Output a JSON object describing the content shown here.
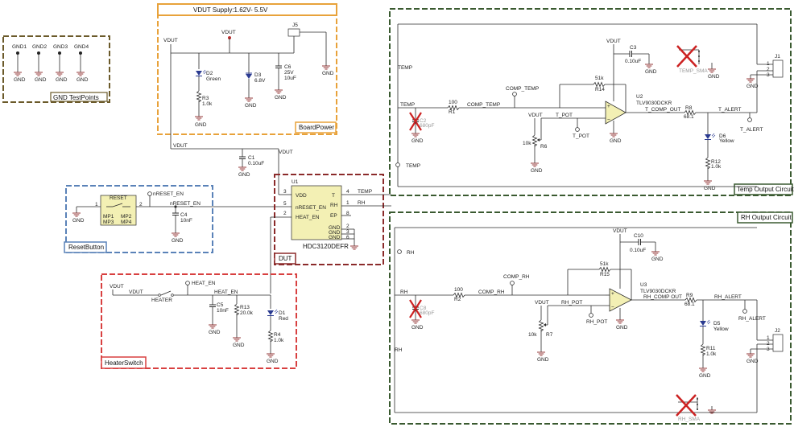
{
  "gnd_testpoints": {
    "title": "GND TestPoints",
    "points": [
      "GND1",
      "GND2",
      "GND3",
      "GND4"
    ],
    "gnd_label": "GND"
  },
  "board_power": {
    "header": "VDUT Supply:1.62V- 5.5V",
    "title": "BoardPower",
    "vdut": "VDUT",
    "jumper": "J5",
    "d2_ref": "D2",
    "d2_val": "Green",
    "d3_ref": "D3",
    "d3_val": "6.8V",
    "r3_ref": "R3",
    "r3_val": "1.0k",
    "c6_ref": "C6",
    "c6_v": "25V",
    "c6_val": "10uF"
  },
  "bypass": {
    "c1_ref": "C1",
    "c1_val": "0.10uF",
    "vdut": "VDUT"
  },
  "reset": {
    "title": "ResetButton",
    "switch": "RESET",
    "pins": [
      "MP1",
      "MP2",
      "MP3",
      "MP4"
    ],
    "net": "nRESET_EN",
    "c4_ref": "C4",
    "c4_val": "10nF"
  },
  "dut": {
    "title": "DUT",
    "ref": "U1",
    "part": "HDC3120DEFR",
    "pins_left": [
      "VDD",
      "nRESET_EN",
      "HEAT_EN"
    ],
    "pins_right": [
      "T",
      "RH",
      "EP",
      "GND",
      "GND",
      "GND"
    ],
    "pin_nums_left": [
      "3",
      "5",
      "2"
    ],
    "pin_nums_right": [
      "4",
      "1",
      "8",
      "2",
      "3",
      "6"
    ],
    "net_temp": "TEMP",
    "net_rh": "RH"
  },
  "heater": {
    "title": "HeaterSwitch",
    "vdut": "VDUT",
    "switch": "HEATER",
    "net": "HEAT_EN",
    "c5_ref": "C5",
    "c5_val": "10nF",
    "r13_ref": "R13",
    "r13_val": "20.0k",
    "d1_ref": "D1",
    "d1_val": "Red",
    "r4_ref": "R4",
    "r4_val": "1.0k"
  },
  "temp_circuit": {
    "title": "Temp Output Circuit",
    "net_in": "TEMP",
    "r1_val": "100",
    "r1_ref": "R1",
    "comp_net": "COMP_TEMP",
    "c2": "C2",
    "c2_val": "680pF",
    "vdut": "VDUT",
    "pot_ref": "R6",
    "pot_val": "10k",
    "pot_net": "T_POT",
    "r14_val": "51k",
    "r14_ref": "R14",
    "c3_ref": "C3",
    "c3_val": "0.10uF",
    "u_ref": "U2",
    "u_part": "TLV9030DCKR",
    "out_net": "T_COMP_OUT",
    "r8_ref": "R8",
    "r8_val": "68.1",
    "alert_net": "T_ALERT",
    "d6_ref": "D6",
    "d6_val": "Yellow",
    "r12_ref": "R12",
    "r12_val": "1.0k",
    "j_ref": "J1",
    "dnp_label": "TEMP_SMA",
    "tp_label": "TEMP"
  },
  "rh_circuit": {
    "title": "RH Output Circuit",
    "net_in": "RH",
    "r2_val": "100",
    "r2_ref": "R2",
    "comp_net": "COMP_RH",
    "c_dnp": "C8",
    "c_dnp_val": "680pF",
    "vdut": "VDUT",
    "pot_ref": "R7",
    "pot_val": "10k",
    "pot_net": "RH_POT",
    "r15_val": "51k",
    "r15_ref": "R15",
    "c10_ref": "C10",
    "c10_val": "0.10uF",
    "u_ref": "U3",
    "u_part": "TLV9030DCKR",
    "out_net": "RH_COMP OUT",
    "r9_ref": "R9",
    "r9_val": "68.1",
    "alert_net": "RH_ALERT",
    "d5_ref": "D5",
    "d5_val": "Yellow",
    "r11_ref": "R11",
    "r11_val": "1.0k",
    "j_ref": "J2",
    "dnp_label": "RH_SMA",
    "tp_label": "RH"
  },
  "colors": {
    "gnd_box": "#6b5a2a",
    "power_box": "#e8a23a",
    "temp_box": "#3a5a30",
    "reset_box": "#5a82b8",
    "dut_box": "#8b2a2a",
    "heater_box": "#d84040",
    "dnp_x": "#cc2222",
    "led": "#2a3a90"
  }
}
